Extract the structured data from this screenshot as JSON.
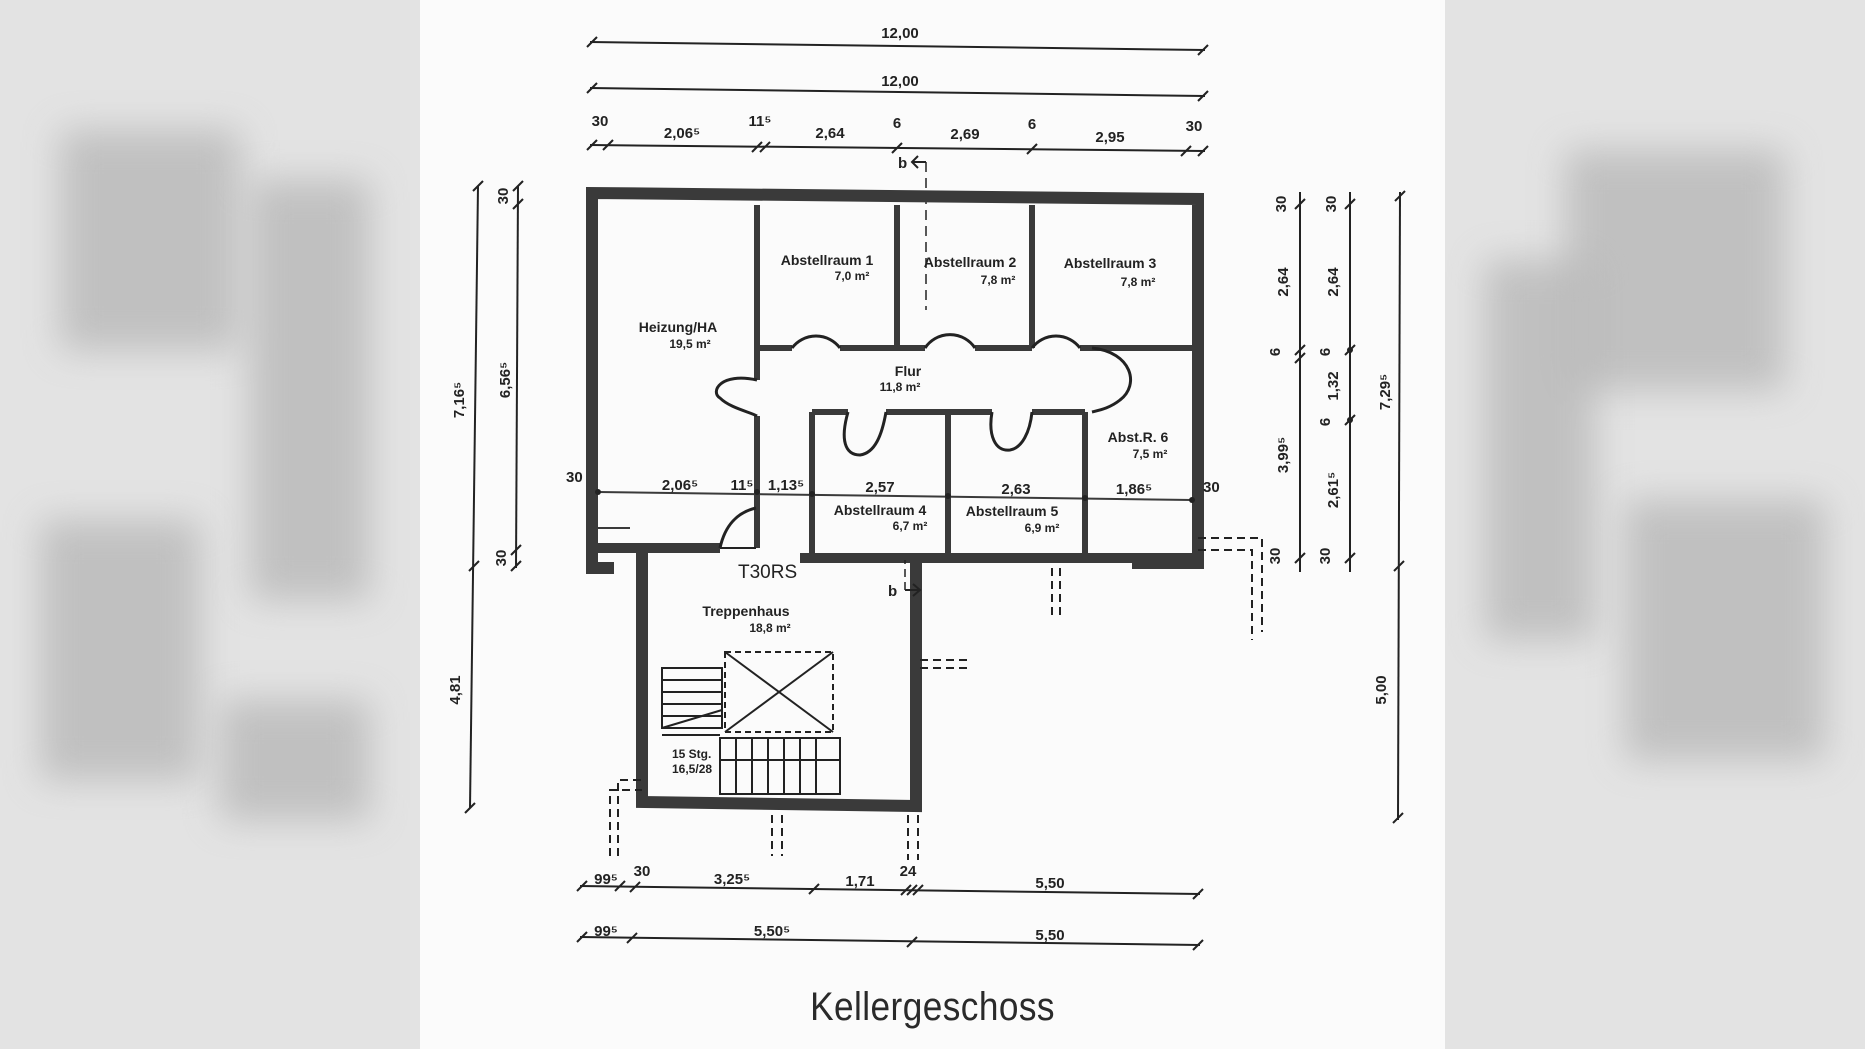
{
  "title": "Kellergeschoss",
  "door_label": "T30RS",
  "section_marker": "b",
  "rooms": {
    "heizung": {
      "name": "Heizung/HA",
      "area": "19,5 m²"
    },
    "abst1": {
      "name": "Abstellraum 1",
      "area": "7,0 m²"
    },
    "abst2": {
      "name": "Abstellraum 2",
      "area": "7,8 m²"
    },
    "abst3": {
      "name": "Abstellraum 3",
      "area": "7,8 m²"
    },
    "flur": {
      "name": "Flur",
      "area": "11,8 m²"
    },
    "abst4": {
      "name": "Abstellraum 4",
      "area": "6,7 m²"
    },
    "abst5": {
      "name": "Abstellraum 5",
      "area": "6,9 m²"
    },
    "abst6": {
      "name": "Abst.R. 6",
      "area": "7,5 m²"
    },
    "treppe": {
      "name": "Treppenhaus",
      "area": "18,8 m²"
    }
  },
  "stairs": {
    "steps": "15 Stg.",
    "ratio": "16,5/28"
  },
  "dims_top": {
    "overall1": "12,00",
    "overall2": "12,00",
    "segments": [
      "30",
      "2,06⁵",
      "11⁵",
      "2,64",
      "6",
      "2,69",
      "6",
      "2,95",
      "30"
    ]
  },
  "dims_left": {
    "outer": "7,16⁵",
    "inner": "6,56⁵",
    "upper_wall": "30",
    "lower_wall": "30",
    "stair": "4,81"
  },
  "dims_right": {
    "segments": [
      "30",
      "2,64",
      "6",
      "3,99⁵",
      "30"
    ],
    "segments2": [
      "30",
      "2,64",
      "6",
      "1,32",
      "6",
      "2,61⁵",
      "30"
    ],
    "overall": "7,29⁵",
    "stair": "5,00"
  },
  "dims_interior": [
    "30",
    "2,06⁵",
    "11⁵",
    "1,13⁵",
    "2,57",
    "2,63",
    "1,86⁵",
    "30"
  ],
  "dims_bottom1": [
    "99⁵",
    "30",
    "3,25⁵",
    "1,71",
    "24",
    "5,50"
  ],
  "dims_bottom2": [
    "99⁵",
    "5,50⁵",
    "5,50"
  ],
  "colors": {
    "wall": "#3a3a3a",
    "line": "#222222",
    "paper": "#fbfbfb"
  }
}
